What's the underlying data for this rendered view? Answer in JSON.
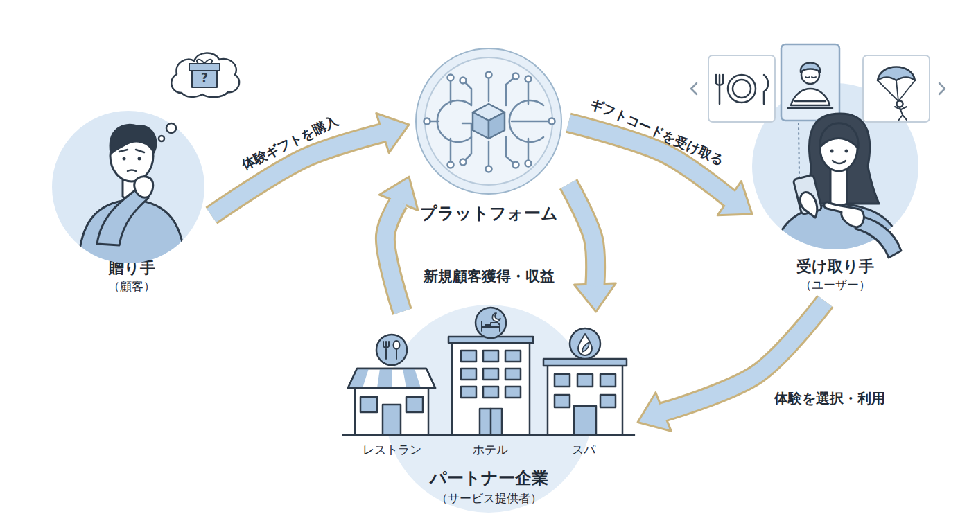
{
  "diagram": {
    "nodes": [
      {
        "text": [
          "贈り手",
          "（顧客）"
        ]
      },
      {
        "text": [
          "プラットフォーム"
        ]
      },
      {
        "text": [
          "受け取り手",
          "（ユーザー）"
        ]
      },
      {
        "text": [
          "パートナー企業",
          "（サービス提供者）"
        ]
      },
      {
        "text": [
          "レストラン"
        ],
        "in": 3
      },
      {
        "text": [
          "ホテル"
        ],
        "in": 3
      },
      {
        "text": [
          "スパ"
        ],
        "in": 3
      }
    ],
    "edges": [
      {
        "from": 0,
        "to": 1,
        "label": "体験ギフトを購入",
        "arrow": "to"
      },
      {
        "from": 1,
        "to": 2,
        "label": "ギフトコードを受け取る",
        "arrow": "to"
      },
      {
        "from": 1,
        "to": 3,
        "label": "新規顧客獲得・収益",
        "arrow": "to"
      },
      {
        "from": 3,
        "to": 1,
        "arrow": "to"
      },
      {
        "from": 2,
        "to": 3,
        "label": "体験を選択・利用",
        "arrow": "to"
      }
    ],
    "labels": [
      "?"
    ]
  }
}
